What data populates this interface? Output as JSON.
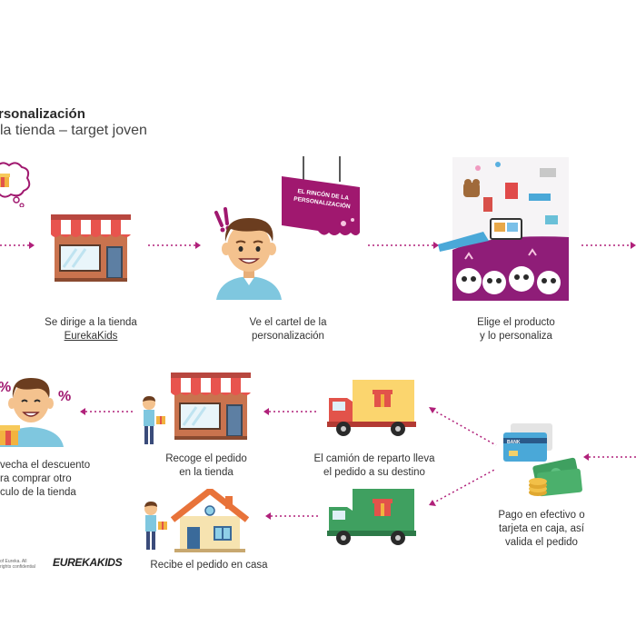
{
  "header": {
    "title": "rsonalización",
    "subtitle": "la tienda – target joven"
  },
  "steps": {
    "store_go": {
      "line1": "Se dirige a la tienda",
      "line2": "EurekaKids"
    },
    "sign_see": {
      "line1": "Ve el cartel de la",
      "line2": "personalización"
    },
    "choose": {
      "line1": "Elige el producto",
      "line2": "y lo personaliza"
    },
    "discount": {
      "line1": "vecha el descuento",
      "line2": "ra comprar otro",
      "line3": "culo de la tienda"
    },
    "pickup": {
      "line1": "Recoge el pedido",
      "line2": "en la tienda"
    },
    "truck": {
      "line1": "El camión de reparto lleva",
      "line2": "el pedido a su destino"
    },
    "payment": {
      "line1": "Pago en efectivo o",
      "line2": "tarjeta en caja, así",
      "line3": "valida el pedido"
    },
    "home": {
      "line1": "Recibe el pedido en casa"
    }
  },
  "sign": {
    "line1": "EL RINCÓN DE LA",
    "line2": "PERSONALIZACIÓN"
  },
  "percent_symbols": {
    "left": "%",
    "right": "%"
  },
  "card_label": "BANK",
  "footer": {
    "note": "of Eureka. All rights confidential",
    "logo": "EUREKAKIDS"
  },
  "colors": {
    "purple": "#a0186f",
    "dot": "#b0207a",
    "store_awning_red": "#e8544e",
    "store_wall": "#c9734e",
    "truck_red": "#e2534a",
    "truck_cargo": "#fbd56e",
    "truck_green": "#3fa060",
    "skin": "#f4c28e",
    "hair": "#6b3d1f",
    "shirt": "#7fc7df"
  },
  "icons": [
    "gift-thought-icon",
    "store-icon",
    "boy-icon",
    "sign-icon",
    "product-catalog-icon",
    "truck-icon",
    "payment-icon",
    "house-icon"
  ]
}
